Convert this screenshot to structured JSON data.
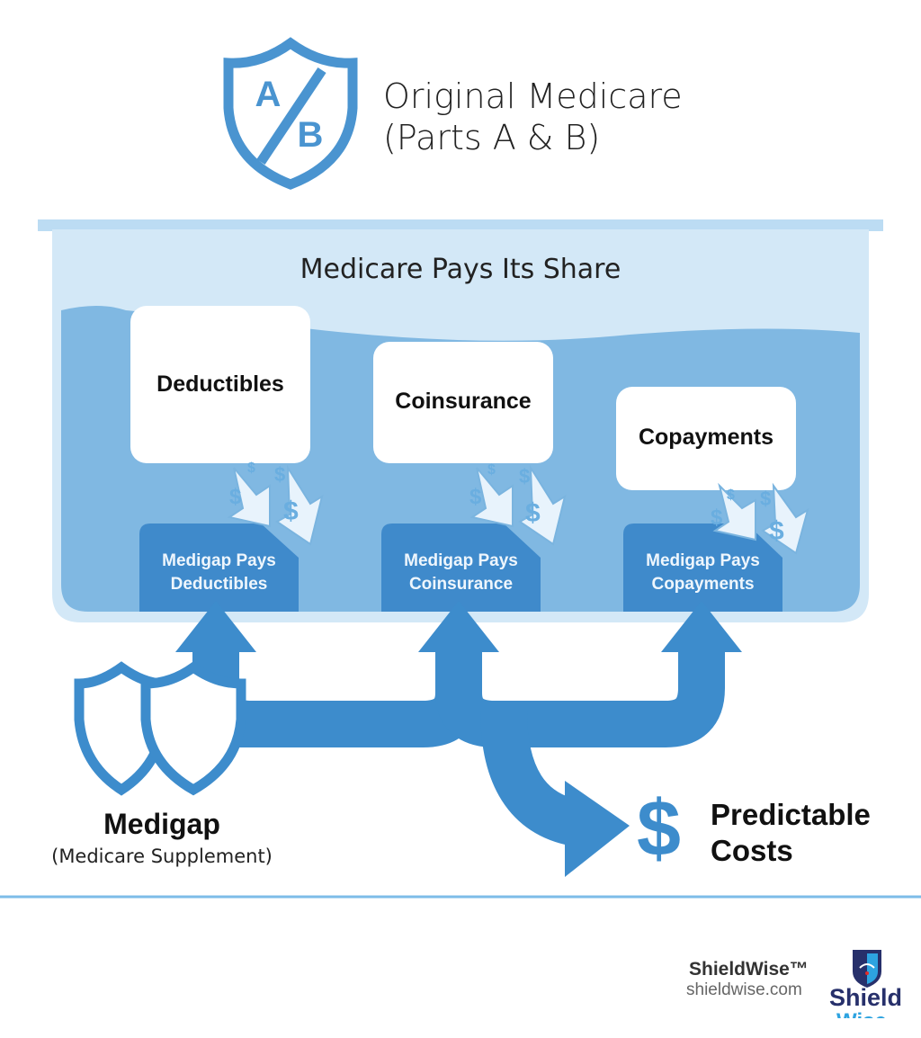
{
  "header": {
    "title_line1": "Original Medicare",
    "title_line2": "(Parts A & B)",
    "shield_letters": [
      "A",
      "B"
    ],
    "icon": "ab-shield-icon"
  },
  "tub": {
    "label": "Medicare Pays Its Share"
  },
  "gaps": [
    {
      "card": "Deductibles",
      "tab_line1": "Medigap Pays",
      "tab_line2": "Deductibles"
    },
    {
      "card": "Coinsurance",
      "tab_line1": "Medigap Pays",
      "tab_line2": "Coinsurance"
    },
    {
      "card": "Copayments",
      "tab_line1": "Medigap Pays",
      "tab_line2": "Copayments"
    }
  ],
  "medigap": {
    "title": "Medigap",
    "subtitle": "(Medicare Supplement)",
    "icon": "double-shield-icon"
  },
  "outcome": {
    "symbol": "$",
    "line1": "Predictable",
    "line2": "Costs"
  },
  "footer": {
    "brand": "ShieldWise™",
    "url": "shieldwise.com",
    "logo_text": "Shield",
    "logo_text2": "Wise"
  },
  "colors": {
    "primary": "#3d8ccc",
    "water": "#80b8e2",
    "tub": "#d3e8f7",
    "shield": "#4a94d0",
    "logo_navy": "#27306b",
    "logo_cyan": "#2da3e0"
  }
}
